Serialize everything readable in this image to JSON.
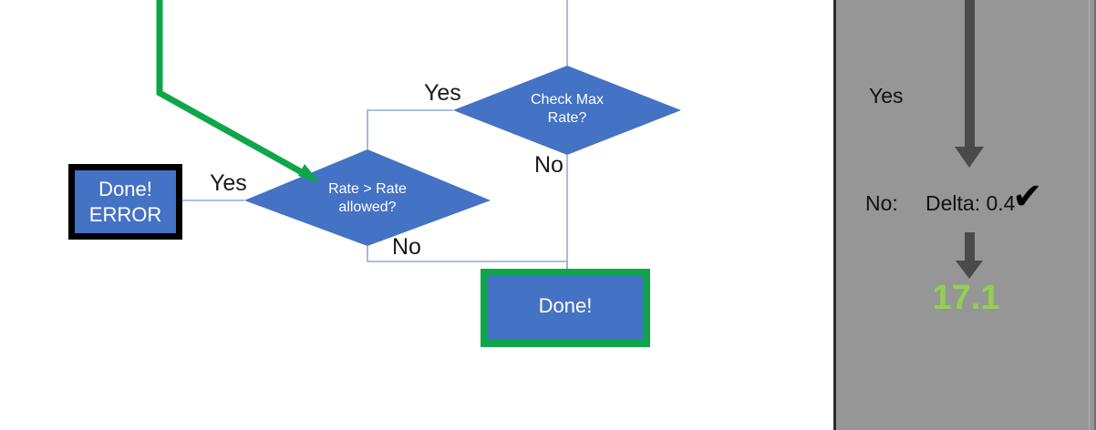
{
  "canvas": {
    "background_color": "#FFFFFF",
    "shape_fill": "#4472C4",
    "connector_color": "#8FAADC",
    "highlight_green": "#0FA64A",
    "error_border": "#000000"
  },
  "flowchart": {
    "nodes": [
      {
        "id": "done-error",
        "type": "process",
        "label": "Done!\nERROR",
        "border": "black-thick"
      },
      {
        "id": "rate-check",
        "type": "decision",
        "label": "Rate > Rate\nallowed?"
      },
      {
        "id": "max-rate-check",
        "type": "decision",
        "label": "Check Max\nRate?"
      },
      {
        "id": "done",
        "type": "process",
        "label": "Done!",
        "border": "green-thick"
      }
    ],
    "edge_labels": {
      "yes_to_error": "Yes",
      "no_from_rate": "No",
      "yes_from_max": "Yes",
      "no_from_max": "No"
    },
    "highlight_path": {
      "color": "#0FA64A",
      "description": "green-highlight-arrow-into-rate-check"
    }
  },
  "panel": {
    "background_color": "#969696",
    "arrow_color": "#4A4A4A",
    "branch_yes_label": "Yes",
    "branch_no_label": "No:",
    "delta_label": "Delta: 0.4",
    "check_mark": "✔",
    "result_value": "17.1",
    "result_color": "#92D050"
  }
}
